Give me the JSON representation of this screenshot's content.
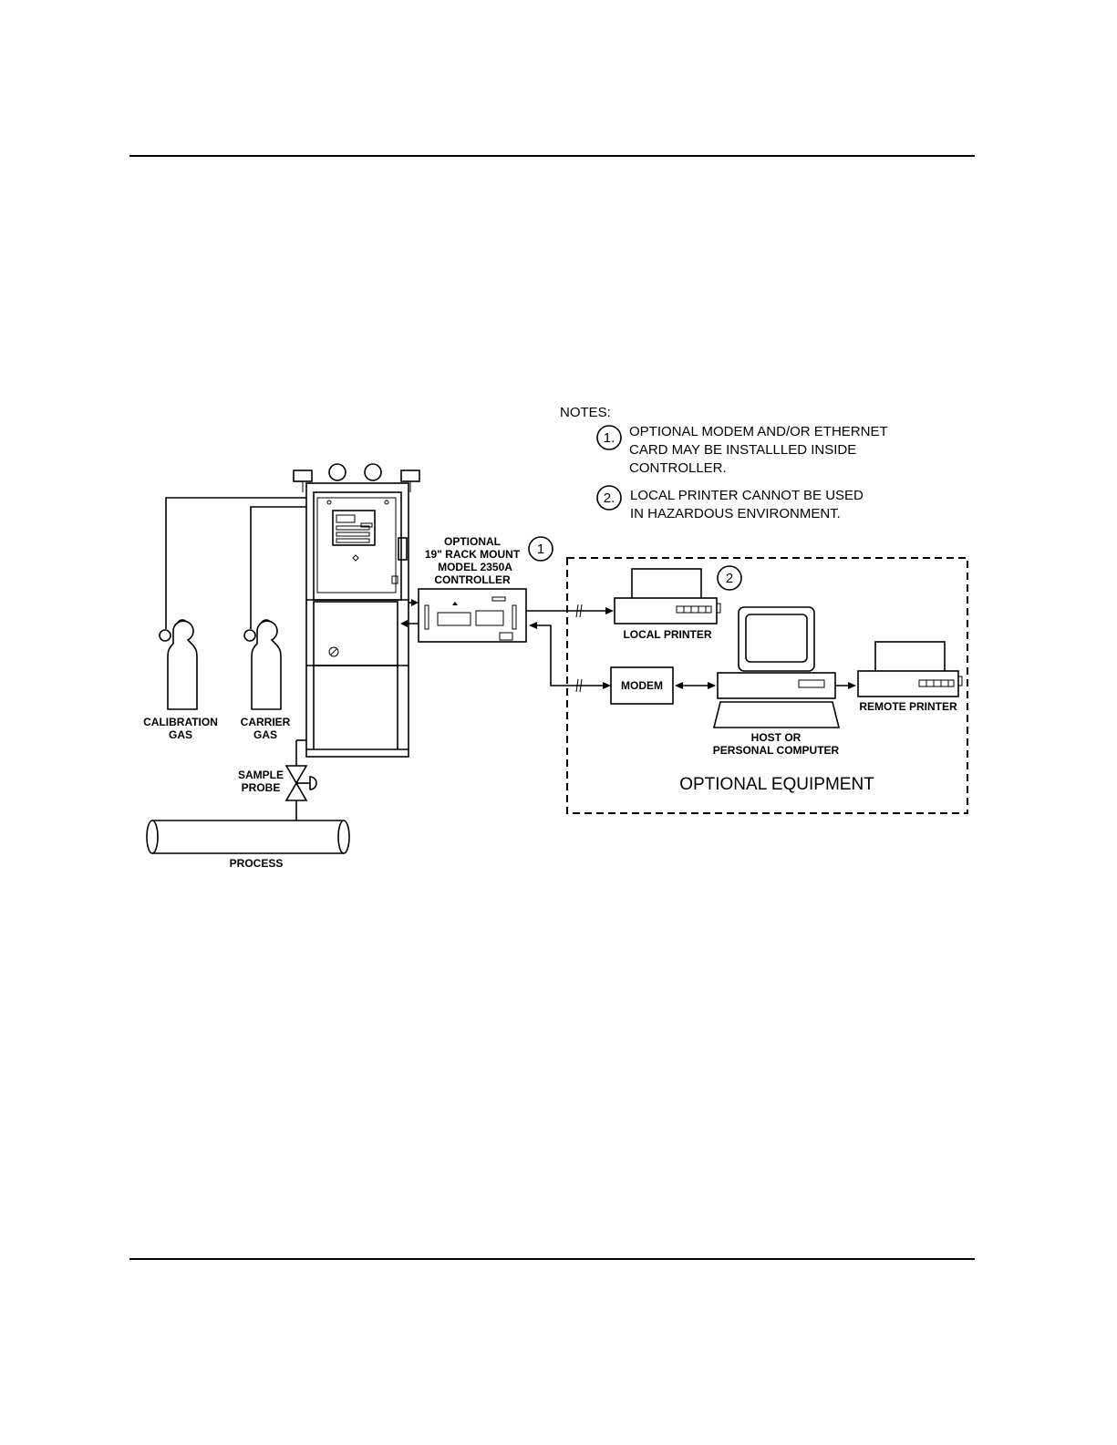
{
  "notes": {
    "heading": "NOTES:",
    "note1": {
      "number": "1.",
      "lines": [
        "OPTIONAL MODEM AND/OR ETHERNET",
        "CARD MAY BE INSTALLLED INSIDE",
        "CONTROLLER."
      ]
    },
    "note2": {
      "number": "2.",
      "lines": [
        "LOCAL PRINTER CANNOT BE USED",
        "IN HAZARDOUS ENVIRONMENT."
      ]
    }
  },
  "controller": {
    "lines": [
      "OPTIONAL",
      "19\" RACK MOUNT",
      "MODEL 2350A",
      "CONTROLLER"
    ],
    "callout": "1"
  },
  "labels": {
    "calibration_gas": [
      "CALIBRATION",
      "GAS"
    ],
    "carrier_gas": [
      "CARRIER",
      "GAS"
    ],
    "sample_probe": [
      "SAMPLE",
      "PROBE"
    ],
    "process": "PROCESS",
    "local_printer": "LOCAL PRINTER",
    "local_printer_callout": "2",
    "modem": "MODEM",
    "remote_printer": "REMOTE PRINTER",
    "host": [
      "HOST OR",
      "PERSONAL COMPUTER"
    ],
    "optional_equipment": "OPTIONAL EQUIPMENT"
  }
}
